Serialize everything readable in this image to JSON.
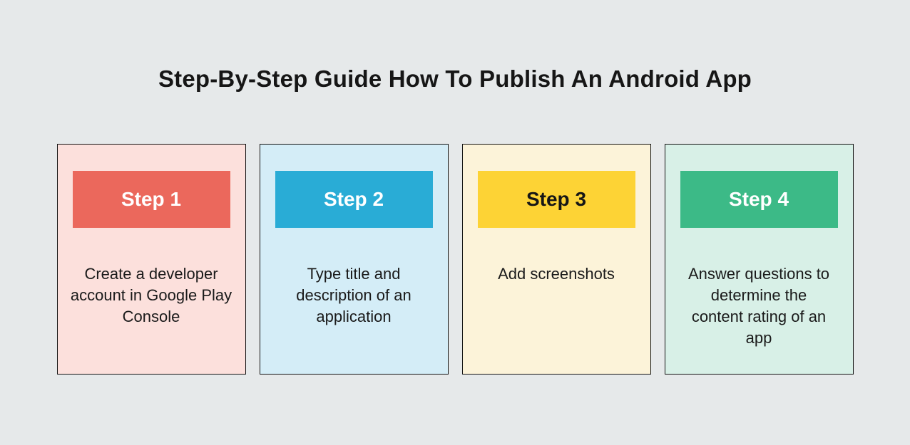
{
  "title": "Step-By-Step Guide How To Publish An Android App",
  "colors": {
    "page_bg": "#E6E9EA",
    "title_text": "#161616",
    "card_border": "#131313",
    "body_text": "#1A1A1A"
  },
  "steps": [
    {
      "label": "Step 1",
      "description": "Create a developer account in Google Play Console",
      "card_bg": "#FCE0DC",
      "header_bg": "#EB685C",
      "header_text_color": "#FFFFFF"
    },
    {
      "label": "Step 2",
      "description": "Type title and description of an application",
      "card_bg": "#D4EDF7",
      "header_bg": "#29ACD6",
      "header_text_color": "#FFFFFF"
    },
    {
      "label": "Step 3",
      "description": "Add screenshots",
      "card_bg": "#FCF3D9",
      "header_bg": "#FDD335",
      "header_text_color": "#161616"
    },
    {
      "label": "Step 4",
      "description": "Answer questions to determine the content rating of an app",
      "card_bg": "#D8F0E7",
      "header_bg": "#3CBA87",
      "header_text_color": "#FFFFFF"
    }
  ]
}
